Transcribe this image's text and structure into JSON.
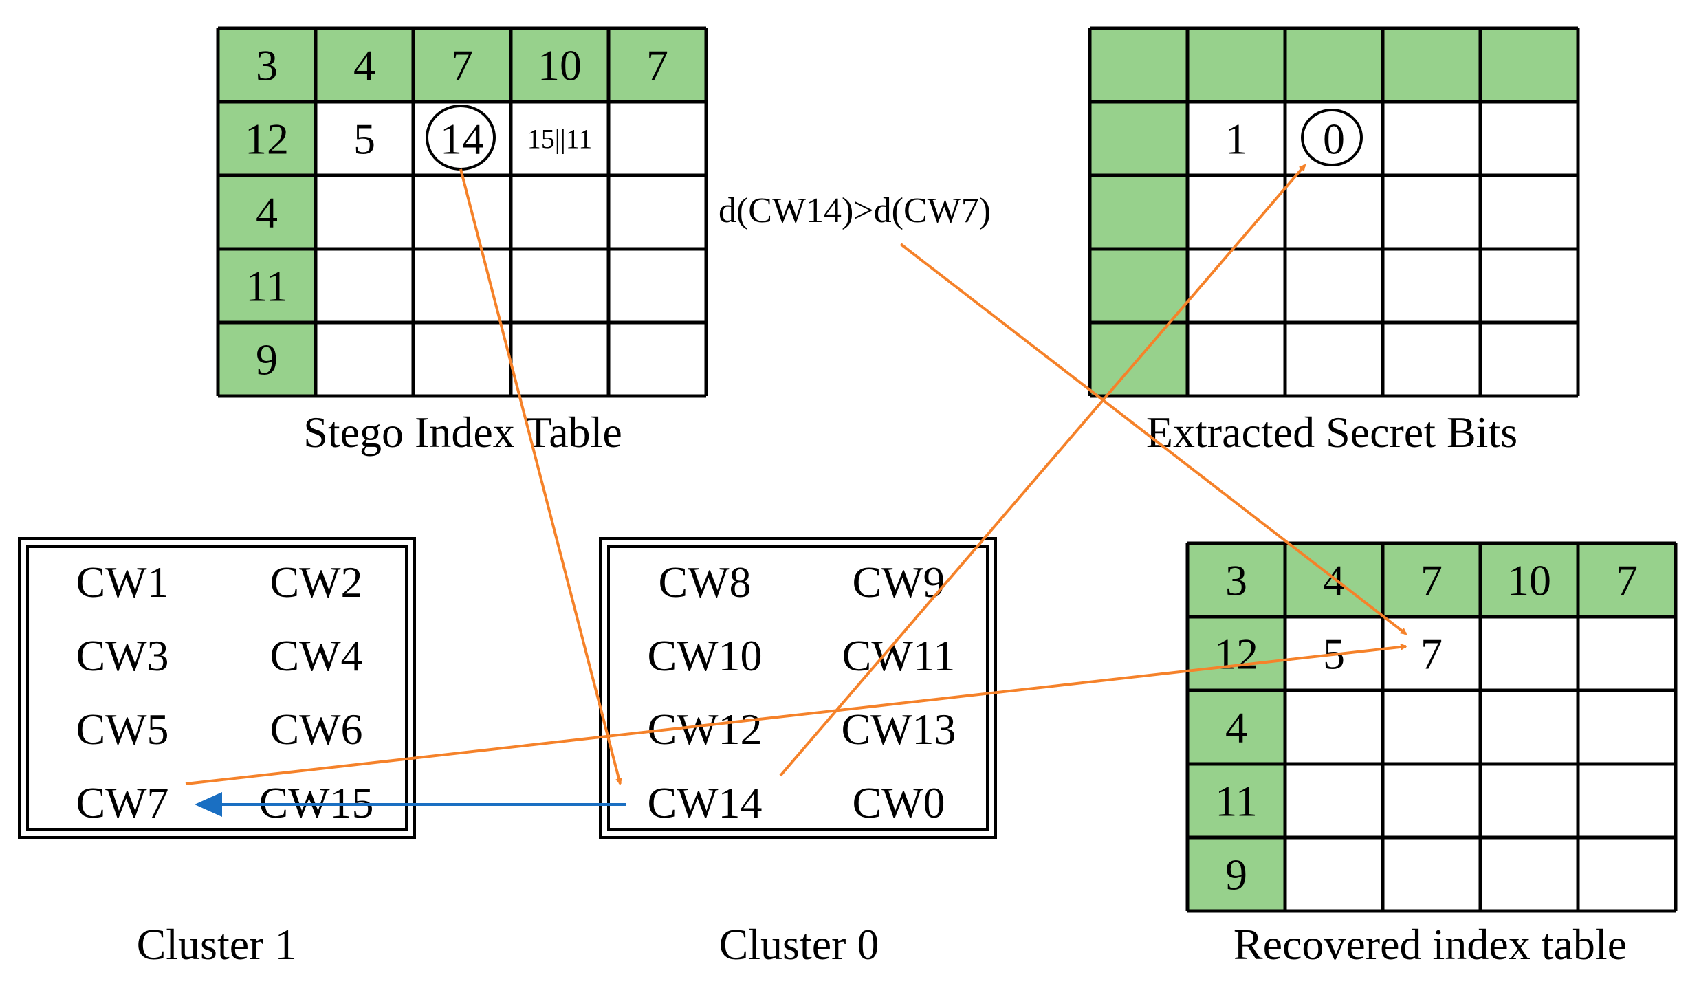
{
  "stego_table": {
    "caption": "Stego Index Table",
    "rows": [
      [
        "3",
        "4",
        "7",
        "10",
        "7"
      ],
      [
        "12",
        "5",
        "14",
        "15||11",
        ""
      ],
      [
        "4",
        "",
        "",
        "",
        ""
      ],
      [
        "11",
        "",
        "",
        "",
        ""
      ],
      [
        "9",
        "",
        "",
        "",
        ""
      ]
    ]
  },
  "secret_table": {
    "caption": "Extracted Secret Bits",
    "rows": [
      [
        "",
        "",
        "",
        "",
        ""
      ],
      [
        "",
        "1",
        "0",
        "",
        ""
      ],
      [
        "",
        "",
        "",
        "",
        ""
      ],
      [
        "",
        "",
        "",
        "",
        ""
      ],
      [
        "",
        "",
        "",
        "",
        ""
      ]
    ]
  },
  "recovered_table": {
    "caption": "Recovered index table",
    "rows": [
      [
        "3",
        "4",
        "7",
        "10",
        "7"
      ],
      [
        "12",
        "5",
        "7",
        "",
        ""
      ],
      [
        "4",
        "",
        "",
        "",
        ""
      ],
      [
        "11",
        "",
        "",
        "",
        ""
      ],
      [
        "9",
        "",
        "",
        "",
        ""
      ]
    ]
  },
  "cluster1": {
    "caption": "Cluster 1",
    "items": [
      [
        "CW1",
        "CW2"
      ],
      [
        "CW3",
        "CW4"
      ],
      [
        "CW5",
        "CW6"
      ],
      [
        "CW7",
        "CW15"
      ]
    ]
  },
  "cluster0": {
    "caption": "Cluster 0",
    "items": [
      [
        "CW8",
        "CW9"
      ],
      [
        "CW10",
        "CW11"
      ],
      [
        "CW12",
        "CW13"
      ],
      [
        "CW14",
        "CW0"
      ]
    ]
  },
  "comparison_label": "d(CW14)>d(CW7)",
  "colors": {
    "header_green": "#97d18c",
    "arrow_orange": "#f5822a",
    "arrow_blue": "#1a6fc2",
    "line": "#000000"
  }
}
